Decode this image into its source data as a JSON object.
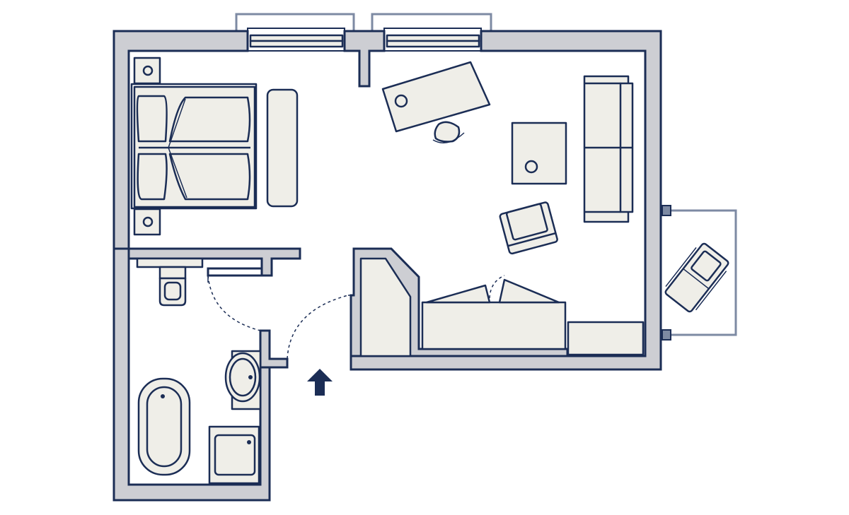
{
  "colors": {
    "background": "#ffffff",
    "wall_fill": "#cdced3",
    "outline": "#1b2d55",
    "furniture_fill": "#efeee8",
    "balcony_line": "#7d8aa3",
    "door_swing": "#1b2d55"
  },
  "rooms": [
    {
      "name": "bedroom-living-room",
      "features": [
        "double-bed",
        "nightstand-left-top",
        "nightstand-left-bottom",
        "bench",
        "desk",
        "desk-chair",
        "side-table",
        "sofa",
        "armchair",
        "wardrobe",
        "tv-sideboard",
        "low-cabinet"
      ]
    },
    {
      "name": "bathroom",
      "features": [
        "toilet",
        "sink",
        "bathtub",
        "shower"
      ]
    },
    {
      "name": "entrance-hall",
      "features": [
        "entrance-arrow"
      ]
    }
  ],
  "balcony": {
    "features": [
      "balcony-lounge-chair"
    ]
  },
  "icons": {
    "entrance": "arrow-up-icon"
  }
}
